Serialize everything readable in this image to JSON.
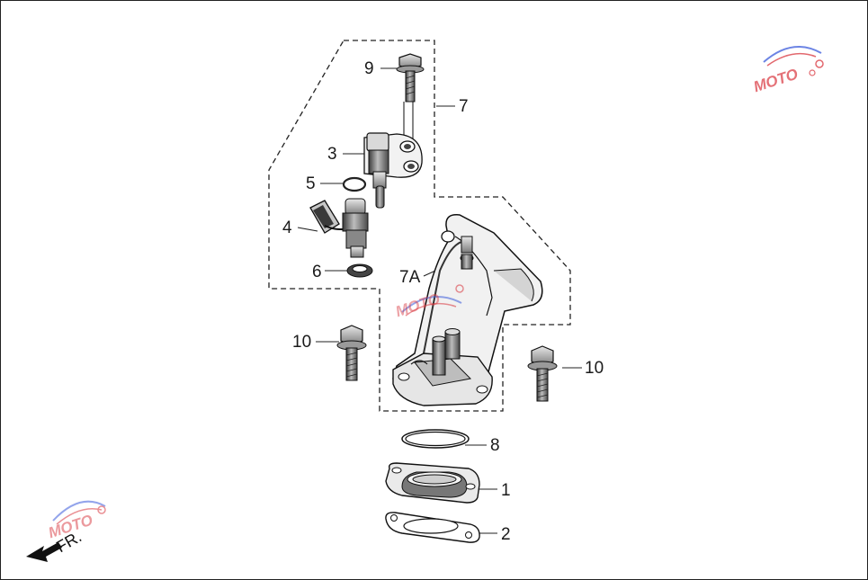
{
  "callouts": {
    "c1": "1",
    "c2": "2",
    "c3": "3",
    "c4": "4",
    "c5": "5",
    "c6": "6",
    "c7": "7",
    "c7a": "7A",
    "c8": "8",
    "c9": "9",
    "c10a": "10",
    "c10b": "10"
  },
  "direction": {
    "label": "FR."
  },
  "watermark": {
    "text": "MOTO"
  },
  "colors": {
    "line": "#1a1a1a",
    "shade": "#6b6b6b",
    "watermark_red": "#d9363e",
    "watermark_blue": "#3b5bdb"
  }
}
